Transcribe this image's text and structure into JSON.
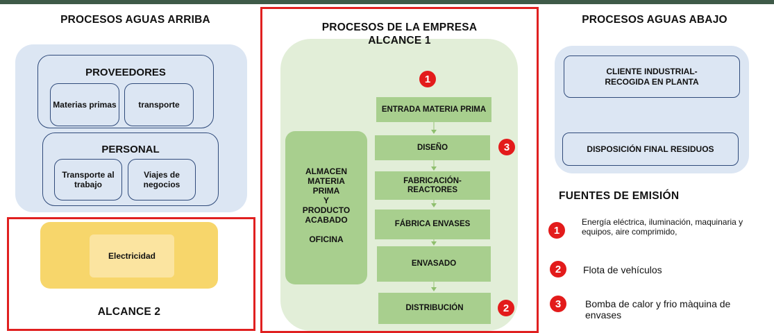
{
  "upstream": {
    "title": "PROCESOS AGUAS ARRIBA",
    "suppliers": {
      "title": "PROVEEDORES",
      "items": [
        "Materias primas",
        "transporte"
      ]
    },
    "staff": {
      "title": "PERSONAL",
      "items": [
        "Transporte al trabajo",
        "Viajes de negocios"
      ]
    }
  },
  "scope2": {
    "item": "Electricidad",
    "label": "ALCANCE 2"
  },
  "company": {
    "title": "PROCESOS DE LA EMPRESA",
    "subtitle": "ALCANCE 1",
    "store": [
      "ALMACEN",
      "MATERIA",
      "PRIMA",
      "Y",
      "PRODUCTO",
      "ACABADO",
      "",
      "OFICINA"
    ],
    "steps": [
      {
        "label": "ENTRADA MATERIA PRIMA",
        "badge": ""
      },
      {
        "label": "DISEÑO",
        "badge": "3"
      },
      {
        "label": "FABRICACIÓN-REACTORES",
        "badge": ""
      },
      {
        "label": "FÁBRICA ENVASES",
        "badge": ""
      },
      {
        "label": "ENVASADO",
        "badge": ""
      },
      {
        "label": "DISTRIBUCIÓN",
        "badge": "2"
      }
    ],
    "top_badge": "1"
  },
  "downstream": {
    "title": "PROCESOS AGUAS ABAJO",
    "items": [
      "CLIENTE INDUSTRIAL-RECOGIDA EN PLANTA",
      "DISPOSICIÓN FINAL RESIDUOS"
    ]
  },
  "emissions": {
    "title": "FUENTES DE EMISIÓN",
    "items": [
      {
        "badge": "1",
        "text": "Energía eléctrica, iluminación, maquinaria y equipos, aire comprimido,"
      },
      {
        "badge": "2",
        "text": "Flota de vehículos"
      },
      {
        "badge": "3",
        "text": "Bomba de calor y frio màquina de envases"
      }
    ]
  },
  "colors": {
    "header_bar": "#3e5a48",
    "scope_frame": "#e02020",
    "badge": "#e31b1b",
    "process_box": "#a8cf8e",
    "company_panel": "#e2eed8",
    "upstream_panel": "#dce6f3",
    "scope2_box": "#f7d66b"
  }
}
